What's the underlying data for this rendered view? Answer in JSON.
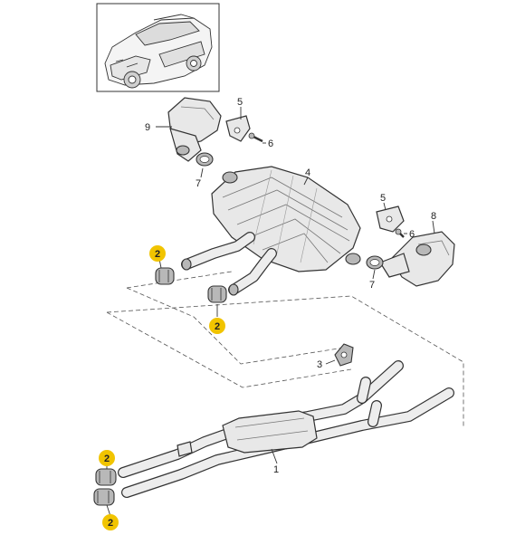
{
  "callouts": {
    "p1": "1",
    "p2a": "2",
    "p2b": "2",
    "p2c": "2",
    "p2d": "2",
    "p3": "3",
    "p4": "4",
    "p5a": "5",
    "p5b": "5",
    "p6a": "6",
    "p6b": "6",
    "p7a": "7",
    "p7b": "7",
    "p8": "8",
    "p9": "9"
  },
  "colors": {
    "highlight_badge": "#f1c400",
    "line": "#333333",
    "part_fill": "#e8e8e8"
  }
}
